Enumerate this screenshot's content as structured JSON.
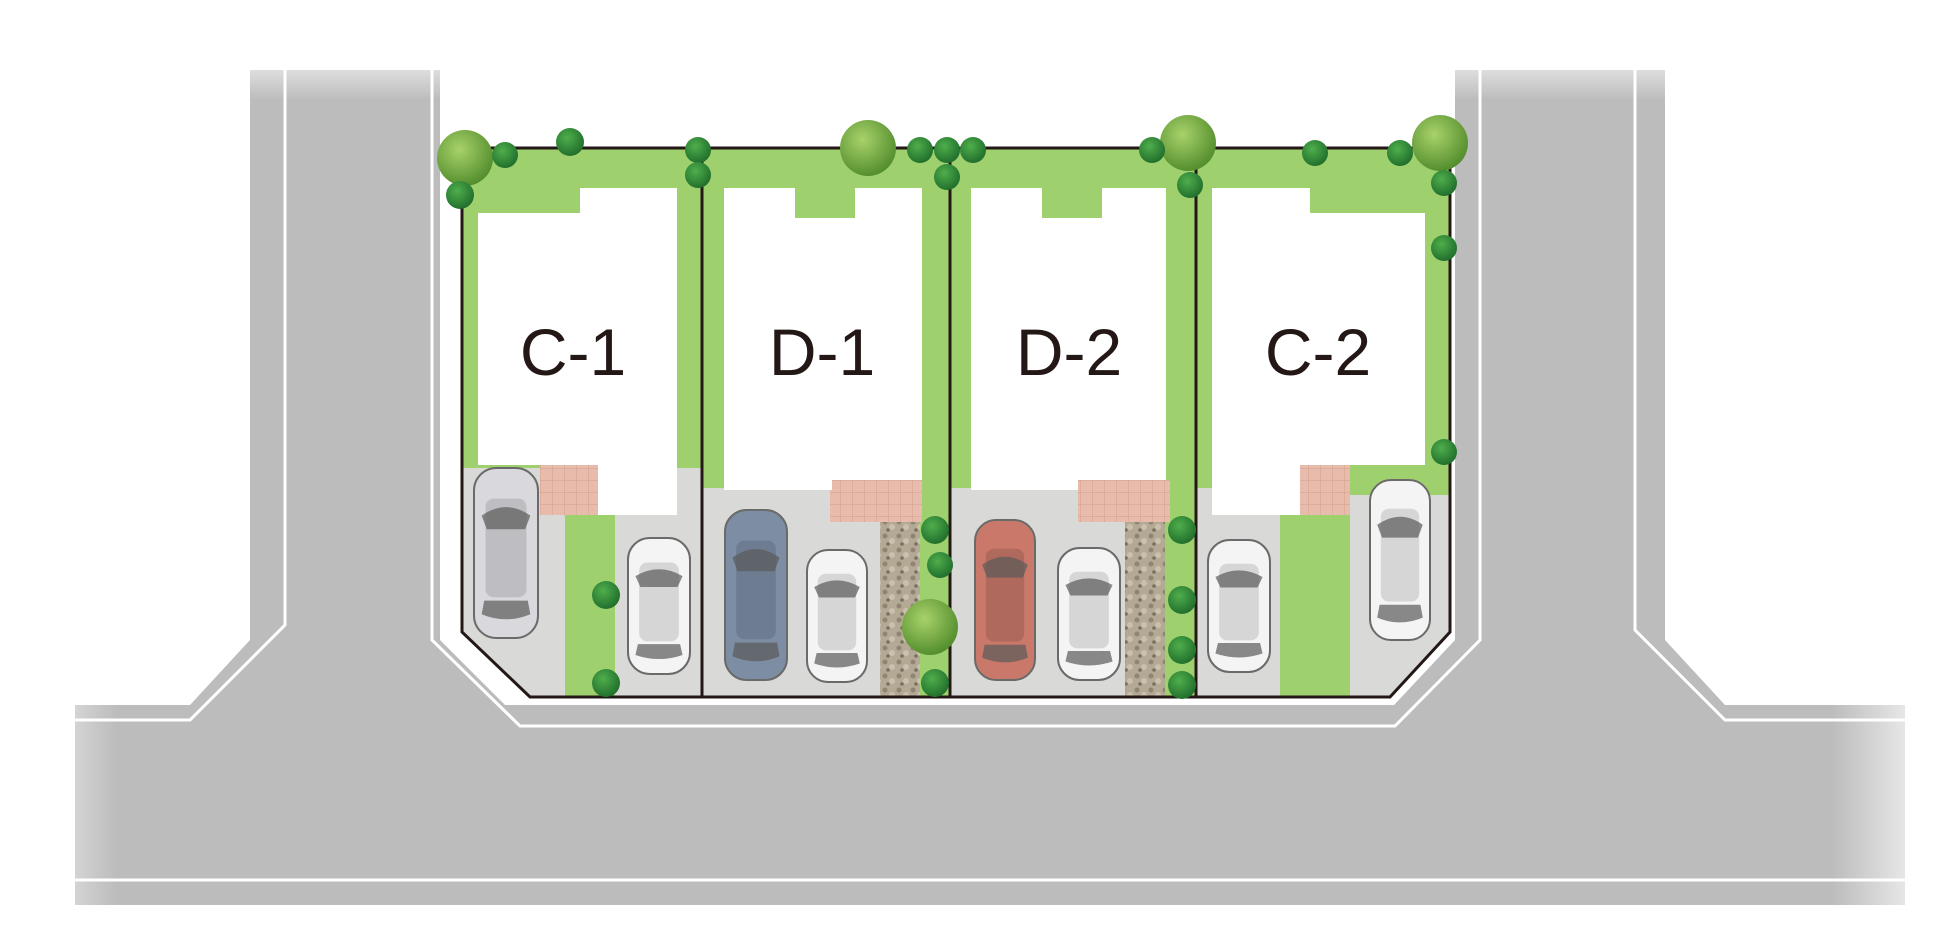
{
  "site_plan": {
    "lots": [
      {
        "id": "lot-c1",
        "label": "C-1",
        "car_colors": [
          "#d9d9dd",
          "#f4f4f4"
        ]
      },
      {
        "id": "lot-d1",
        "label": "D-1",
        "car_colors": [
          "#7d8ea4",
          "#f4f4f4"
        ]
      },
      {
        "id": "lot-d2",
        "label": "D-2",
        "car_colors": [
          "#c9786a",
          "#f4f4f4"
        ]
      },
      {
        "id": "lot-c2",
        "label": "C-2",
        "car_colors": [
          "#f4f4f4",
          "#f4f4f4"
        ]
      }
    ],
    "colors": {
      "road": "#b9b9b9",
      "road_line": "#ffffff",
      "lawn": "#9fd06e",
      "building": "#ffffff",
      "paving": "#e5b8a8",
      "gravel": "#a79d8a",
      "tree": "#6fa23a",
      "boundary": "#231815"
    }
  }
}
